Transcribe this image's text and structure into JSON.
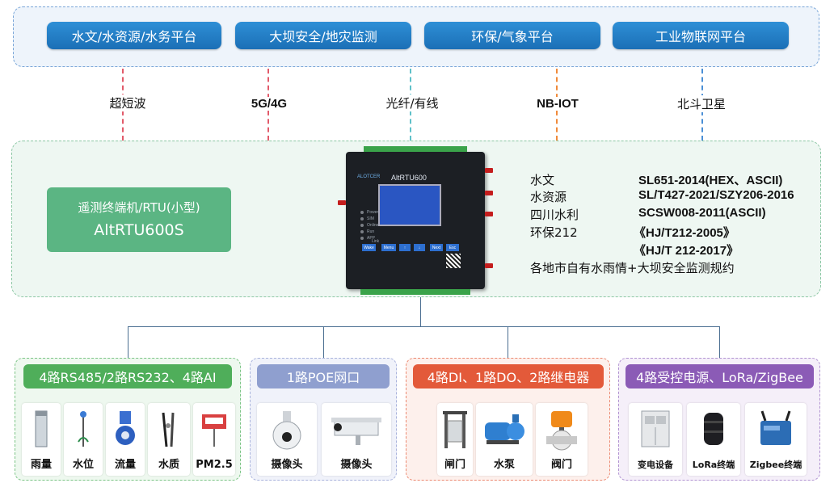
{
  "platforms": [
    "水文/水资源/水务平台",
    "大坝安全/地灾监测",
    "环保/气象平台",
    "工业物联网平台"
  ],
  "comm_links": [
    "超短波",
    "5G/4G",
    "光纤/有线",
    "NB-IOT",
    "北斗卫星"
  ],
  "rtu": {
    "line1": "遥测终端机/RTU(小型)",
    "line2": "AltRTU600S"
  },
  "device": {
    "brand": "AltRTU600",
    "logo": "ALOTCER",
    "leds": [
      "Power",
      "SIM",
      "Online",
      "Run",
      "APP",
      "Link"
    ],
    "keys": [
      "Wake",
      "Menu",
      "↑",
      "↓",
      "Next",
      "Esc"
    ]
  },
  "protocols": [
    {
      "name": "水文",
      "value": "SL651-2014(HEX、ASCII)"
    },
    {
      "name": "水资源",
      "value": "SL/T427-2021/SZY206-2016"
    },
    {
      "name": "四川水利",
      "value": "SCSW008-2011(ASCII)"
    },
    {
      "name": "环保212",
      "value": "《HJ/T212-2005》"
    },
    {
      "name": "",
      "value": "《HJ/T 212-2017》"
    }
  ],
  "protocols_note": "各地市自有水雨情+大坝安全监测规约",
  "groups": [
    {
      "title": "4路RS485/2路RS232、4路AI",
      "color": "#4fae5a",
      "border": "#7cc486",
      "bg": "#eef8ef",
      "items": [
        "雨量",
        "水位",
        "流量",
        "水质",
        "PM2.5"
      ]
    },
    {
      "title": "1路POE网口",
      "color": "#8f9fcf",
      "border": "#a9b3dc",
      "bg": "#f0f2fa",
      "items": [
        "摄像头",
        "摄像头"
      ]
    },
    {
      "title": "4路DI、1路DO、2路继电器",
      "color": "#e35a3a",
      "border": "#ec8a72",
      "bg": "#fdf0ec",
      "items": [
        "闸门",
        "水泵",
        "阀门"
      ]
    },
    {
      "title": "4路受控电源、LoRa/ZigBee",
      "color": "#8b5bb6",
      "border": "#b193d1",
      "bg": "#f5eff9",
      "items": [
        "变电设备",
        "LoRa终端",
        "Zigbee终端"
      ]
    }
  ],
  "icons": {
    "rain": "rain-gauge-icon",
    "level": "level-sensor-icon",
    "flow": "flow-meter-icon",
    "quality": "water-quality-icon",
    "pm": "pm25-sensor-icon",
    "dome": "dome-camera-icon",
    "box": "box-camera-icon",
    "gate": "sluice-gate-icon",
    "pump": "water-pump-icon",
    "valve": "valve-icon",
    "cabinet": "power-cabinet-icon",
    "lora": "lora-terminal-icon",
    "zigbee": "zigbee-terminal-icon"
  }
}
